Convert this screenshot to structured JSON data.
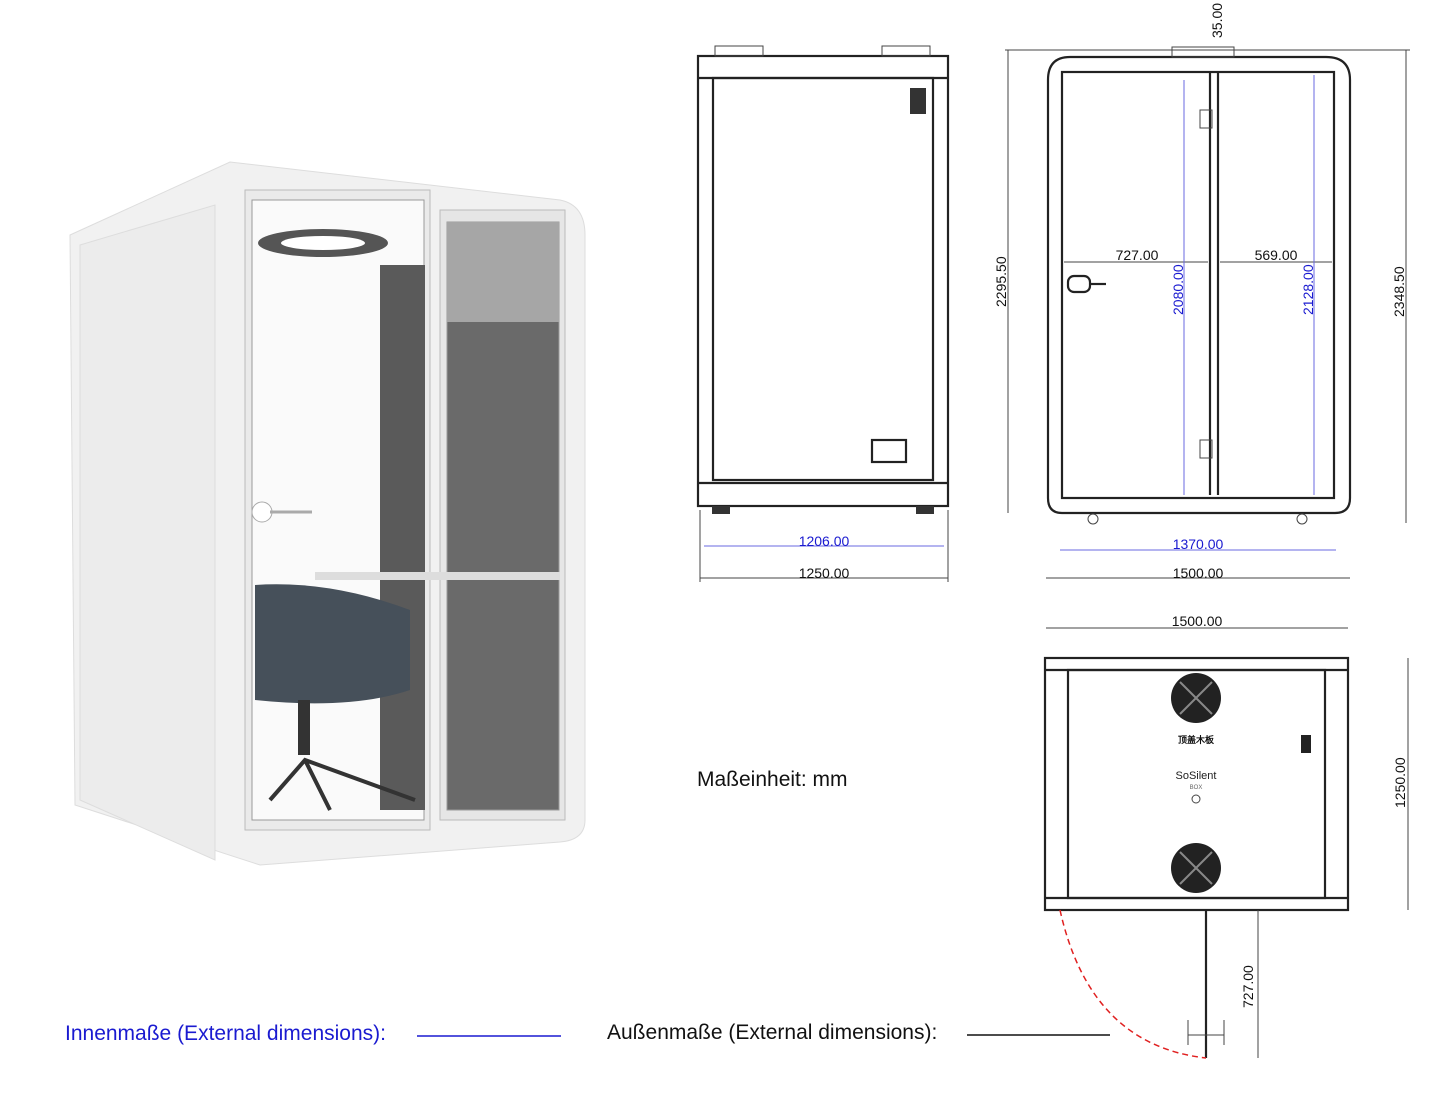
{
  "unit_label": "Maßeinheit: mm",
  "legend": {
    "inner": "Innenmaße (External dimensions):",
    "outer": "Außenmaße (External dimensions):"
  },
  "side_view": {
    "inner_width": "1206.00",
    "outer_width": "1250.00"
  },
  "front_view": {
    "top_offset": "35.00",
    "height_left": "2295.50",
    "height_right": "2348.50",
    "door_width": "727.00",
    "glass_width": "569.00",
    "door_height": "2080.00",
    "inner_height": "2128.00",
    "inner_width": "1370.00",
    "outer_width": "1500.00"
  },
  "top_view": {
    "width": "1500.00",
    "depth": "1250.00",
    "door_swing": "727.00",
    "chinese_label": "顶盖木板",
    "brand": "SoSilent",
    "brand_sub": "BOX"
  },
  "colors": {
    "inner": "#1a1ad0",
    "outer": "#111111",
    "swing": "#e02020"
  }
}
